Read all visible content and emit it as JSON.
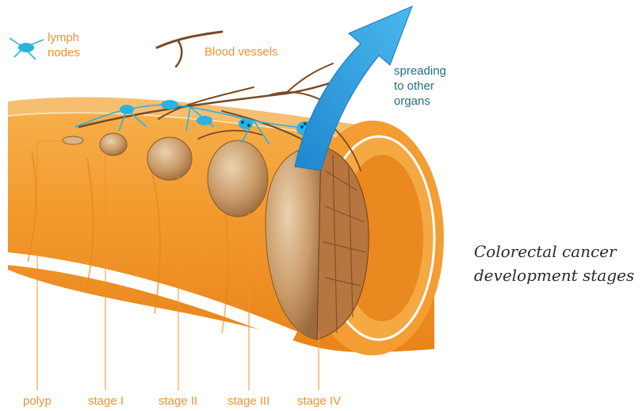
{
  "title": {
    "line1": "Colorectal cancer",
    "line2": "development  stages"
  },
  "labels": {
    "lymph_line1": "lymph",
    "lymph_line2": "nodes",
    "blood_vessels": "Blood vessels",
    "spread_line1": "spreading",
    "spread_line2": "to other",
    "spread_line3": "organs"
  },
  "stages": [
    "polyp",
    "stage I",
    "stage II",
    "stage III",
    "stage IV"
  ],
  "colors": {
    "colon": "#f29a2e",
    "colon_dark": "#e07c12",
    "label_orange": "#f0932b",
    "label_teal": "#1e6f86",
    "lymph": "#2ab3df",
    "vessel": "#7a4a24",
    "arrow": "#2e9be0",
    "tumor": "#c89a68"
  }
}
